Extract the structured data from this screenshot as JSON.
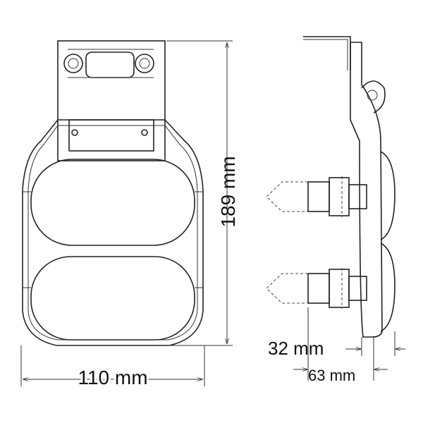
{
  "dimensions": {
    "height": "189 mm",
    "width": "110 mm",
    "depth_lamp": "32 mm",
    "depth_total": "63 mm"
  }
}
